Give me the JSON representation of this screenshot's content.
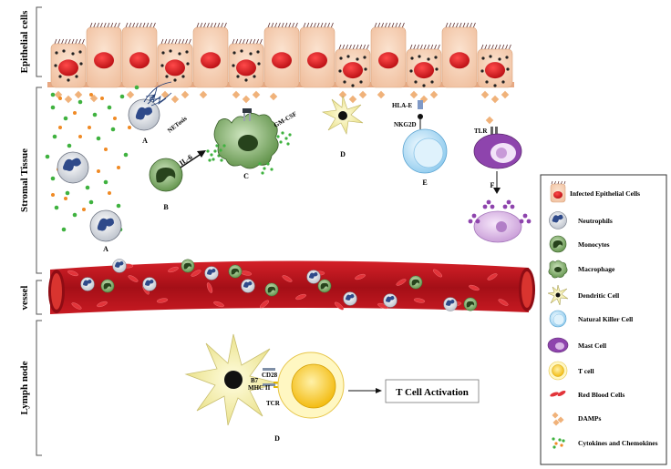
{
  "regions": {
    "epithelial": "Epithelial cells",
    "stromal": "Stromal Tissue",
    "vessel": "vessel",
    "lymph": "Lymph node"
  },
  "panel_letters": {
    "a1": "A",
    "a2": "A",
    "b": "B",
    "c": "C",
    "d1": "D",
    "e": "E",
    "f": "F",
    "d2": "D"
  },
  "annotations": {
    "netosis": "NETosis",
    "il6": "IL-6",
    "gmcsf": "GM-CSF",
    "hla_e": "HLA-E",
    "nkg2d": "NKG2D",
    "tlr": "TLR",
    "cd28": "CD28",
    "b7": "B7",
    "mhc": "MHC II",
    "tcr": "TCR",
    "t_cell_activation": "T Cell Activation"
  },
  "legend": [
    {
      "label": "Infected Epithelial Cells",
      "icon": "infected-epithelial-cell-icon"
    },
    {
      "label": "Neutrophils",
      "icon": "neutrophil-icon"
    },
    {
      "label": "Monocytes",
      "icon": "monocyte-icon"
    },
    {
      "label": "Macrophage",
      "icon": "macrophage-icon"
    },
    {
      "label": "Dendritic Cell",
      "icon": "dendritic-cell-icon"
    },
    {
      "label": "Natural Killer Cell",
      "icon": "nk-cell-icon"
    },
    {
      "label": "Mast Cell",
      "icon": "mast-cell-icon"
    },
    {
      "label": "T cell",
      "icon": "t-cell-icon"
    },
    {
      "label": "Red Blood Cells",
      "icon": "rbc-icon"
    },
    {
      "label": "DAMPs",
      "icon": "damp-icon"
    },
    {
      "label": "Cytokines and Chemokines",
      "icon": "cytokine-icon"
    }
  ],
  "colors": {
    "epithelial_cell": "#f5c6a5",
    "nucleus_red": "#d9141a",
    "vessel_red": "#b5121b",
    "damp": "#f0b27a",
    "cytokine_green": "#3fb23f",
    "cytokine_orange": "#f08a24",
    "mast_purple": "#8e44ad",
    "nk_blue": "#bfe3f7",
    "t_cell_yellow": "#f6c21b"
  }
}
